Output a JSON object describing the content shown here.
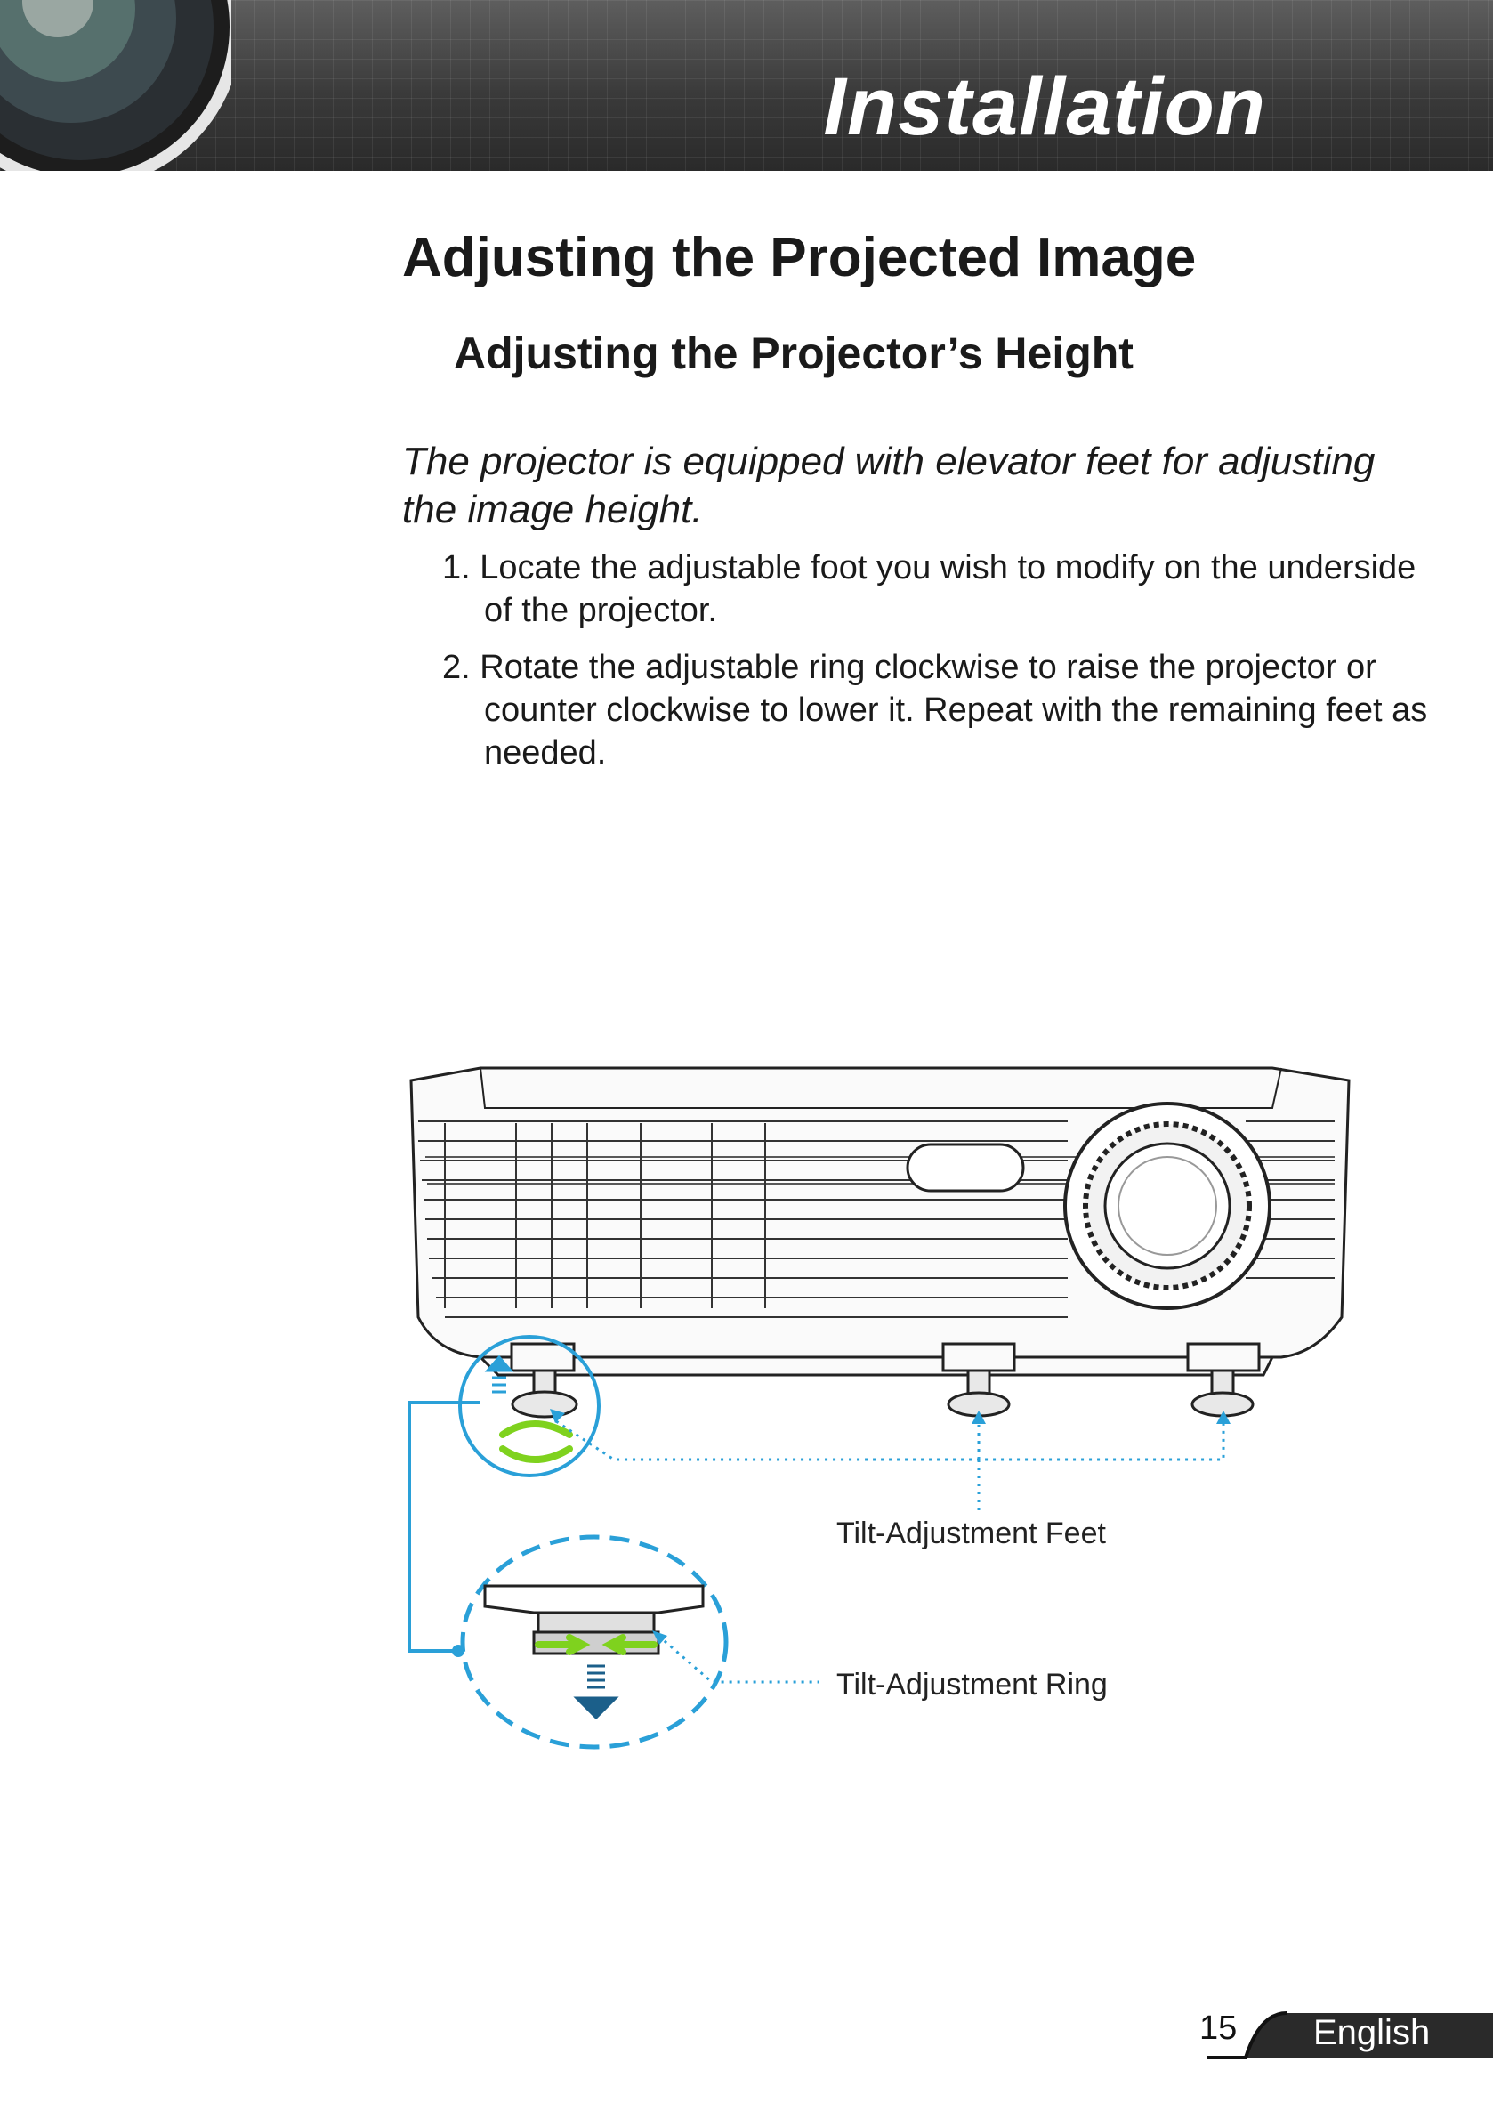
{
  "header": {
    "title": "Installation"
  },
  "section_title": "Adjusting the Projected Image",
  "subsection_title": "Adjusting the Projector’s Height",
  "intro": "The projector is equipped with elevator feet for adjusting the image height.",
  "steps": [
    {
      "number": "1.",
      "text": "Locate the adjustable foot you wish to modify on the underside of the projector."
    },
    {
      "number": "2.",
      "text": "Rotate the adjustable ring clockwise to raise the projector or counter clockwise to lower it. Repeat with the remaining feet as needed."
    }
  ],
  "figure": {
    "labels": {
      "feet": "Tilt-Adjustment Feet",
      "ring": "Tilt-Adjustment Ring"
    },
    "colors": {
      "callout": "#2aa0d8",
      "arrow": "#7fd21e"
    }
  },
  "footer": {
    "page_number": "15",
    "language": "English"
  },
  "icons": [
    "lens-icon",
    "up-arrow-icon",
    "down-arrow-icon",
    "rotate-arrows-icon"
  ]
}
